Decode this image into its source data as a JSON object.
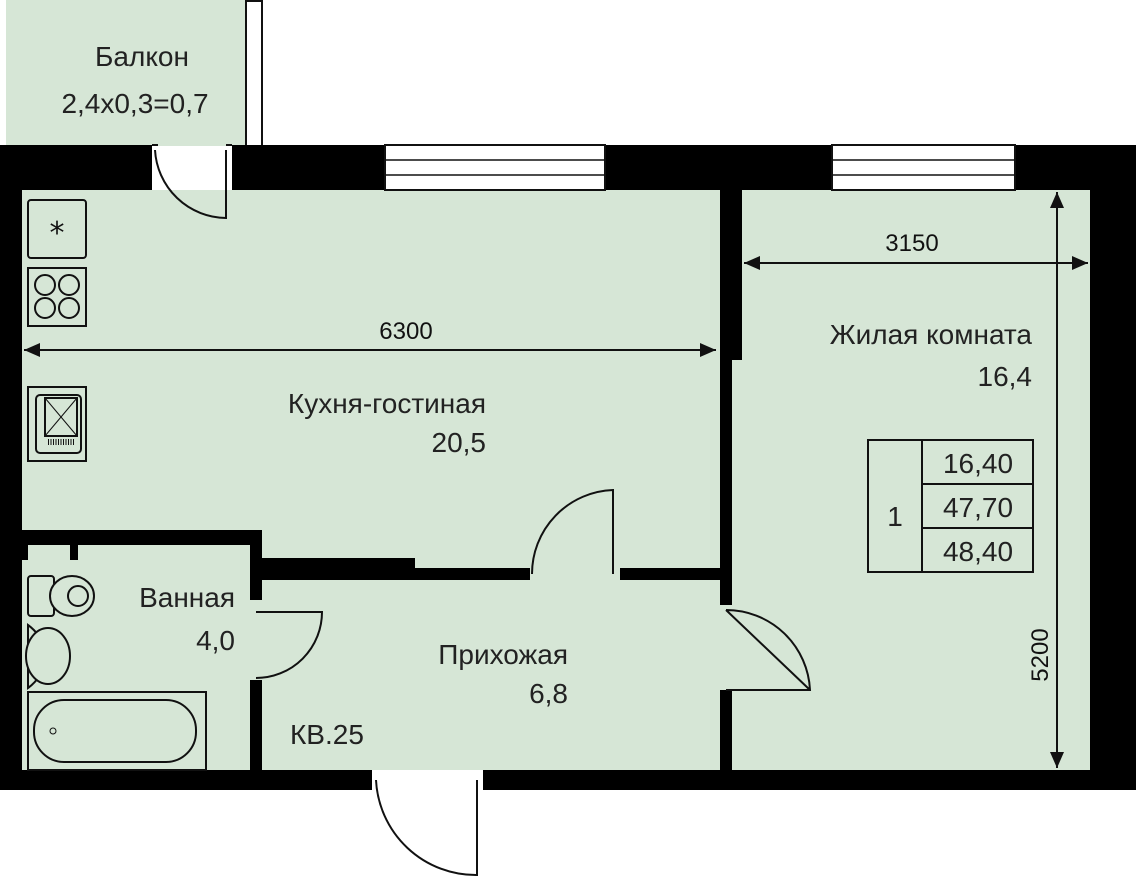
{
  "plan": {
    "apartment_label": "КВ.25",
    "colors": {
      "floor": "#d6e6d6",
      "wall": "#000000"
    },
    "rooms": {
      "balcony": {
        "name": "Балкон",
        "area": "2,4x0,3=0,7"
      },
      "kitchen_living": {
        "name": "Кухня-гостиная",
        "area": "20,5"
      },
      "living_room": {
        "name": "Жилая комната",
        "area": "16,4"
      },
      "bathroom": {
        "name": "Ванная",
        "area": "4,0"
      },
      "hallway": {
        "name": "Прихожая",
        "area": "6,8"
      }
    },
    "dimensions": {
      "kitchen_width": "6300",
      "room_width": "3150",
      "room_length": "5200"
    },
    "summary": {
      "rooms_count": "1",
      "living_area": "16,40",
      "total_area": "47,70",
      "total_with_balcony": "48,40"
    }
  }
}
